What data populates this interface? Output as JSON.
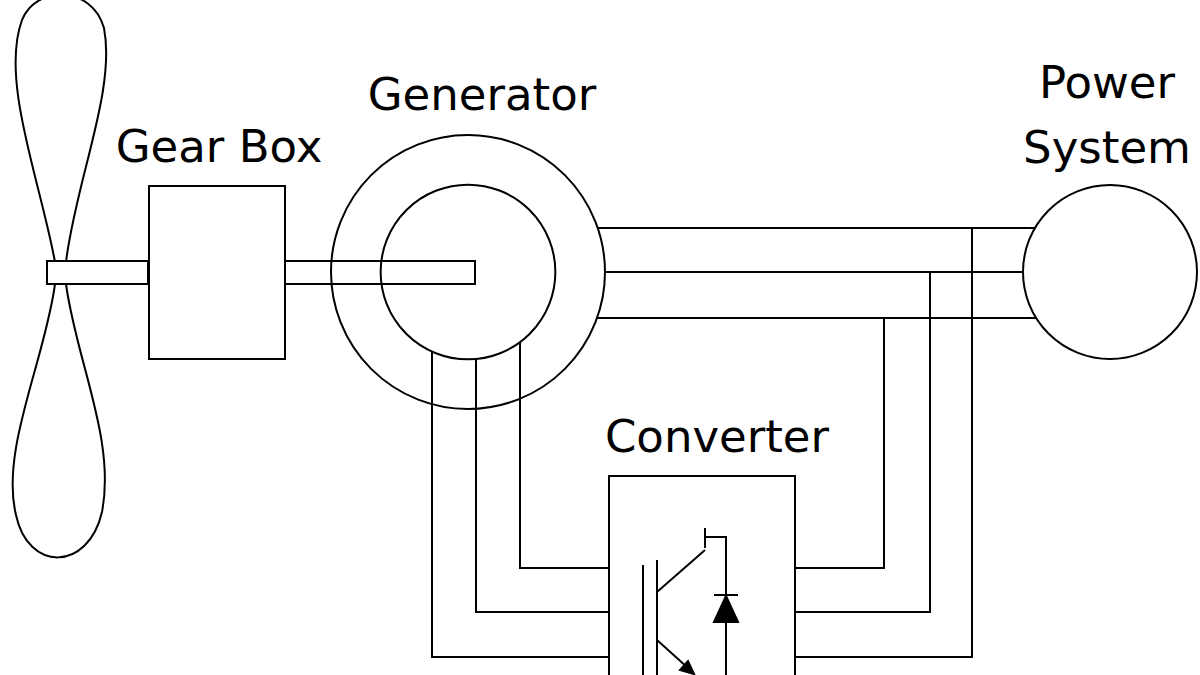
{
  "diagram": {
    "nodes": [
      {
        "text": [
          "Gear Box"
        ]
      },
      {
        "text": [
          "Generator"
        ]
      },
      {
        "text": [
          "Power System"
        ]
      },
      {
        "text": [
          "Converter"
        ]
      }
    ],
    "edges": [
      {
        "from": 0,
        "to": 1,
        "arrow": "none"
      },
      {
        "from": 1,
        "to": 2,
        "arrow": "none"
      },
      {
        "from": 1,
        "to": 3,
        "arrow": "none"
      },
      {
        "from": 3,
        "to": 2,
        "arrow": "none"
      }
    ]
  }
}
